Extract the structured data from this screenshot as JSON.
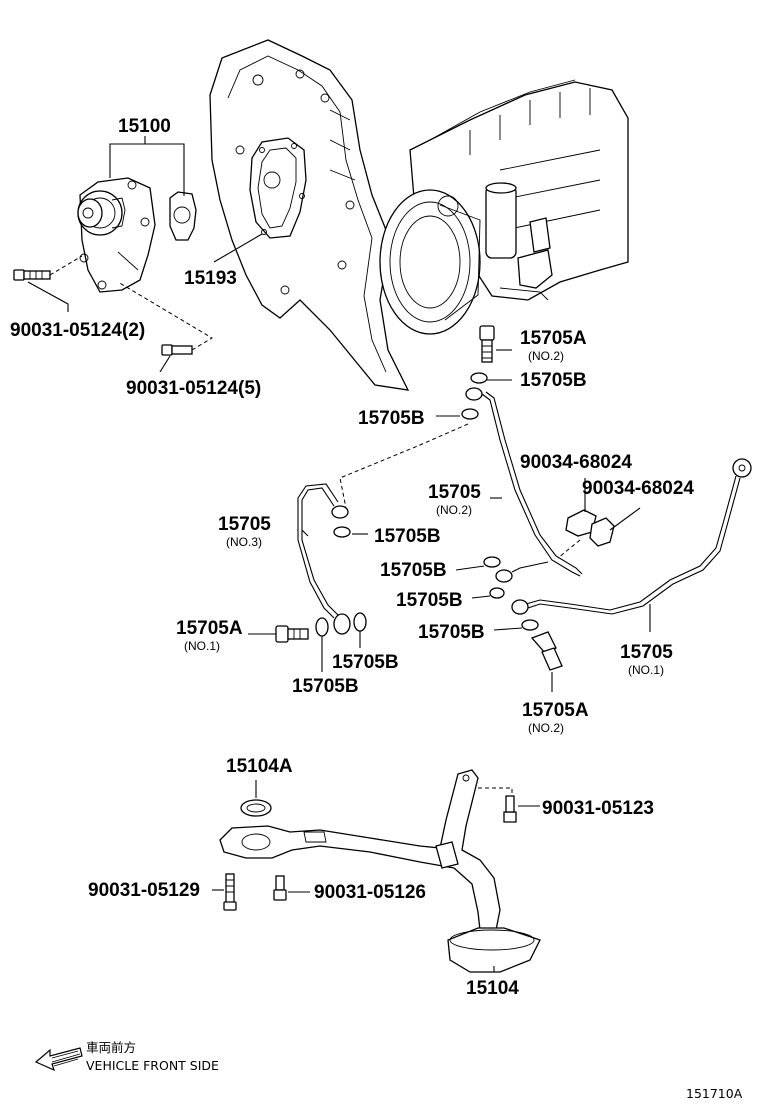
{
  "parts": [
    {
      "id": "p15100",
      "number": "15100"
    },
    {
      "id": "p15193",
      "number": "15193"
    },
    {
      "id": "p90031_05124_2",
      "number": "90031-05124(2)"
    },
    {
      "id": "p90031_05124_5",
      "number": "90031-05124(5)"
    },
    {
      "id": "p15705A_top",
      "number": "15705A",
      "sub": "(NO.2)"
    },
    {
      "id": "p15705B_a",
      "number": "15705B"
    },
    {
      "id": "p15705B_b",
      "number": "15705B"
    },
    {
      "id": "p90034_68024_a",
      "number": "90034-68024"
    },
    {
      "id": "p90034_68024_b",
      "number": "90034-68024"
    },
    {
      "id": "p15705_no2",
      "number": "15705",
      "sub": "(NO.2)"
    },
    {
      "id": "p15705_no3",
      "number": "15705",
      "sub": "(NO.3)"
    },
    {
      "id": "p15705B_c",
      "number": "15705B"
    },
    {
      "id": "p15705B_d",
      "number": "15705B"
    },
    {
      "id": "p15705B_e",
      "number": "15705B"
    },
    {
      "id": "p15705B_f",
      "number": "15705B"
    },
    {
      "id": "p15705A_no1",
      "number": "15705A",
      "sub": "(NO.1)"
    },
    {
      "id": "p15705B_g",
      "number": "15705B"
    },
    {
      "id": "p15705B_h",
      "number": "15705B"
    },
    {
      "id": "p15705_no1",
      "number": "15705",
      "sub": "(NO.1)"
    },
    {
      "id": "p15705A_bottom",
      "number": "15705A",
      "sub": "(NO.2)"
    },
    {
      "id": "p15104A",
      "number": "15104A"
    },
    {
      "id": "p90031_05123",
      "number": "90031-05123"
    },
    {
      "id": "p90031_05129",
      "number": "90031-05129"
    },
    {
      "id": "p90031_05126",
      "number": "90031-05126"
    },
    {
      "id": "p15104",
      "number": "15104"
    }
  ],
  "footer": {
    "direction_jp": "車両前方",
    "direction_en": "VEHICLE FRONT SIDE",
    "figure_id": "151710A"
  }
}
